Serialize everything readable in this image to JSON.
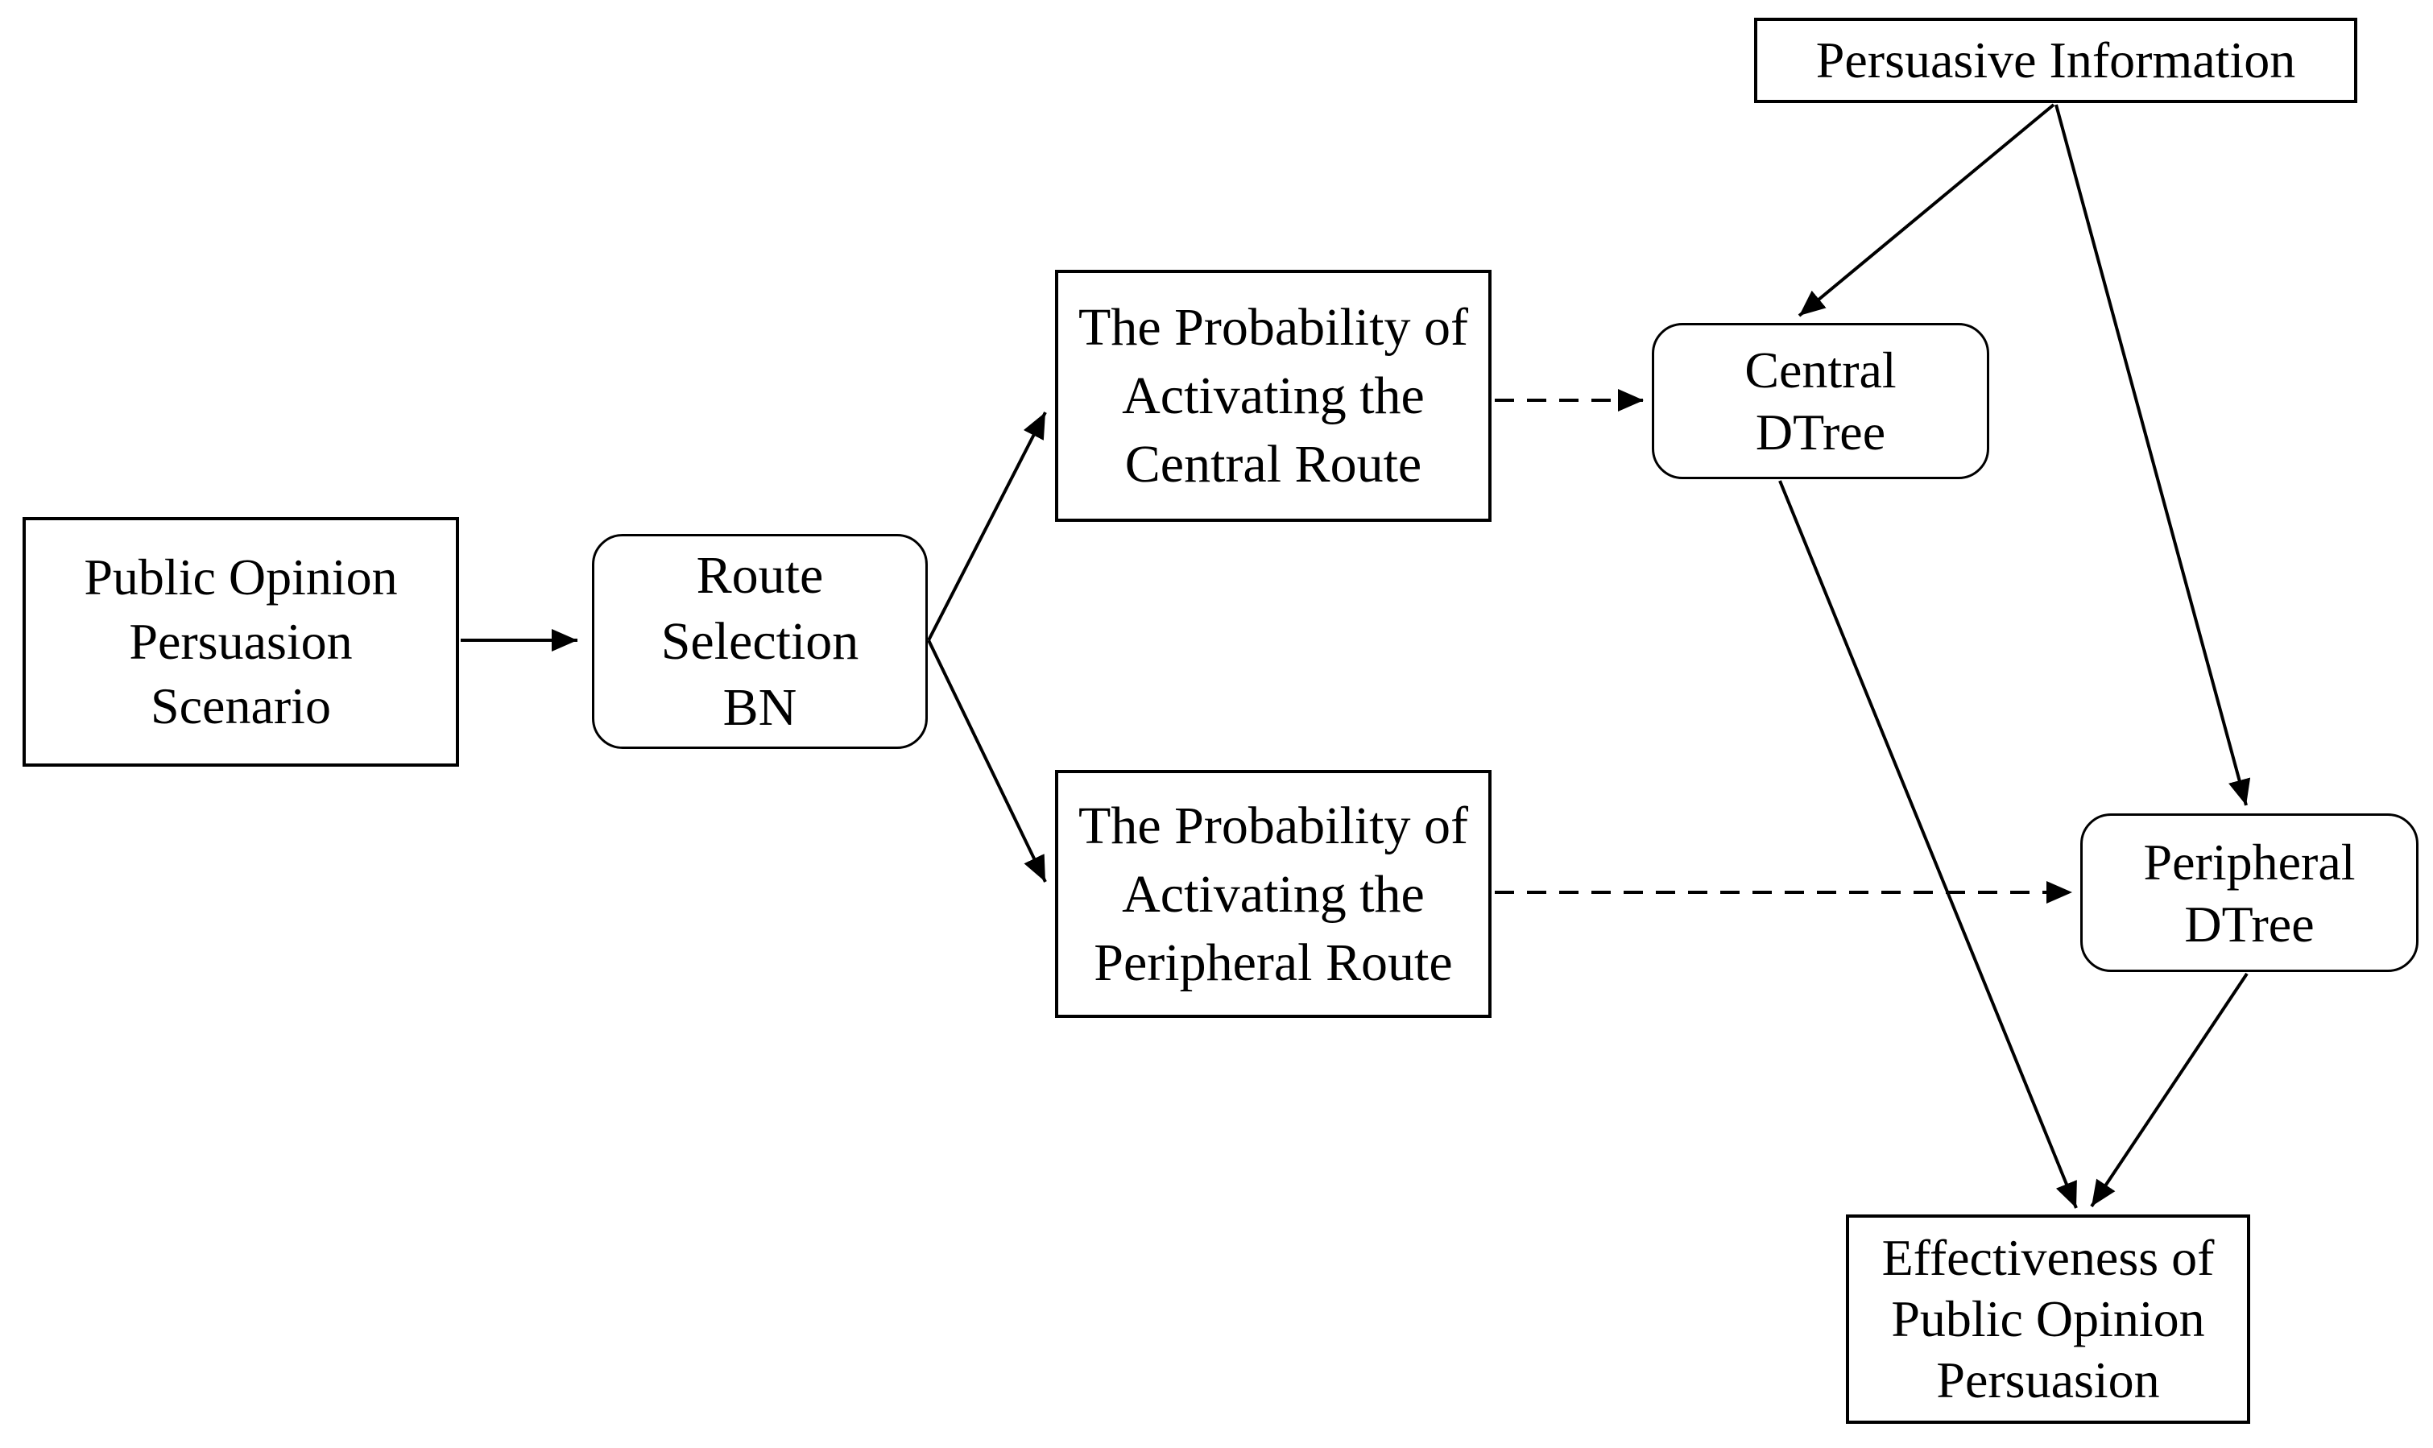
{
  "colors": {
    "background": "#ffffff",
    "line": "#000000",
    "text": "#000000",
    "node_fill": "#ffffff"
  },
  "nodes": {
    "public_opinion_scenario": {
      "label": "Public Opinion\nPersuasion\nScenario",
      "shape": "rectangle"
    },
    "route_selection_bn": {
      "label": "Route\nSelection\nBN",
      "shape": "rounded"
    },
    "prob_central": {
      "label": "The Probability of\nActivating the\nCentral Route",
      "shape": "rectangle"
    },
    "prob_peripheral": {
      "label": "The Probability of\nActivating the\nPeripheral Route",
      "shape": "rectangle"
    },
    "persuasive_information": {
      "label": "Persuasive Information",
      "shape": "rectangle"
    },
    "central_dtree": {
      "label": "Central\nDTree",
      "shape": "rounded"
    },
    "peripheral_dtree": {
      "label": "Peripheral\nDTree",
      "shape": "rounded"
    },
    "effectiveness": {
      "label": "Effectiveness of\nPublic Opinion\nPersuasion",
      "shape": "rectangle"
    }
  },
  "edges": [
    {
      "from": "public_opinion_scenario",
      "to": "route_selection_bn",
      "style": "solid"
    },
    {
      "from": "route_selection_bn",
      "to": "prob_central",
      "style": "solid"
    },
    {
      "from": "route_selection_bn",
      "to": "prob_peripheral",
      "style": "solid"
    },
    {
      "from": "prob_central",
      "to": "central_dtree",
      "style": "dashed"
    },
    {
      "from": "prob_peripheral",
      "to": "peripheral_dtree",
      "style": "dashed"
    },
    {
      "from": "persuasive_information",
      "to": "central_dtree",
      "style": "solid"
    },
    {
      "from": "persuasive_information",
      "to": "peripheral_dtree",
      "style": "solid"
    },
    {
      "from": "central_dtree",
      "to": "effectiveness",
      "style": "solid"
    },
    {
      "from": "peripheral_dtree",
      "to": "effectiveness",
      "style": "solid"
    }
  ]
}
